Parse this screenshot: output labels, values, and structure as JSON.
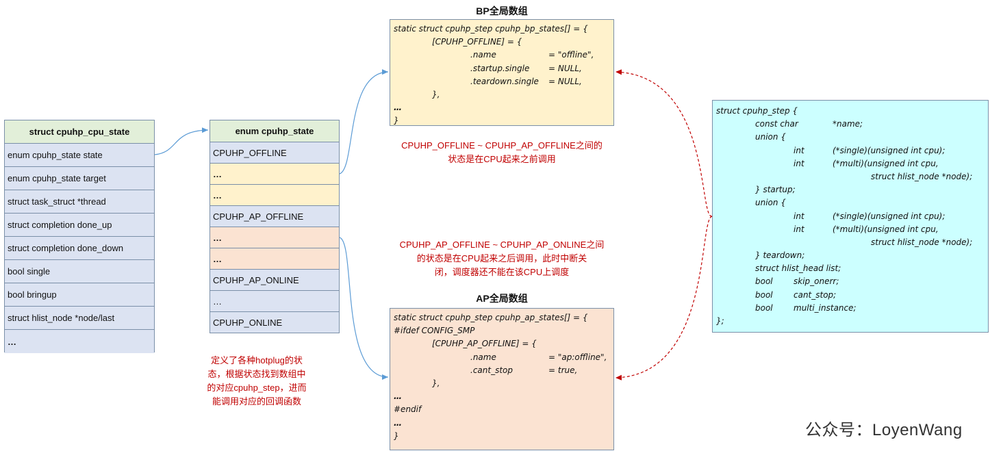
{
  "cpu_state_table": {
    "header": "struct cpuhp_cpu_state",
    "rows": [
      "enum cpuhp_state state",
      "enum cpuhp_state target",
      "struct task_struct *thread",
      "struct completion done_up",
      "struct completion done_down",
      "bool single",
      "bool bringup",
      "struct hlist_node *node/last",
      "…"
    ]
  },
  "enum_table": {
    "header": "enum cpuhp_state",
    "rows": [
      "CPUHP_OFFLINE",
      "…",
      "…",
      "CPUHP_AP_OFFLINE",
      "…",
      "…",
      "CPUHP_AP_ONLINE",
      "…",
      "CPUHP_ONLINE"
    ]
  },
  "bp": {
    "title": "BP全局数组",
    "lines": [
      "static struct cpuhp_step cpuhp_bp_states[] = {",
      "[CPUHP_OFFLINE] = {",
      ".name",
      "= \"offline\",",
      ".startup.single",
      "= NULL,",
      ".teardown.single",
      "= NULL,",
      "},",
      "…",
      "}"
    ]
  },
  "ap": {
    "title": "AP全局数组",
    "lines": [
      "static struct cpuhp_step cpuhp_ap_states[] = {",
      "#ifdef CONFIG_SMP",
      "[CPUHP_AP_OFFLINE] = {",
      ".name",
      "= \"ap:offline\",",
      ".cant_stop",
      "= true,",
      "},",
      "…",
      "#endif",
      "…",
      "}"
    ]
  },
  "step": {
    "lines": [
      "struct cpuhp_step {",
      "const char",
      "*name;",
      "union {",
      "int",
      "(*single)(unsigned int cpu);",
      "int",
      "(*multi)(unsigned int cpu,",
      "struct hlist_node *node);",
      "} startup;",
      "union {",
      "int",
      "(*single)(unsigned int cpu);",
      "int",
      "(*multi)(unsigned int cpu,",
      "struct hlist_node *node);",
      "} teardown;",
      "struct hlist_head list;",
      "bool",
      "skip_onerr;",
      "bool",
      "cant_stop;",
      "bool",
      "multi_instance;",
      "};"
    ]
  },
  "notes": {
    "bp_range": [
      "CPUHP_OFFLINE ~ CPUHP_AP_OFFLINE之间的",
      "状态是在CPU起来之前调用"
    ],
    "ap_range": [
      "CPUHP_AP_OFFLINE ~ CPUHP_AP_ONLINE之间",
      "的状态是在CPU起来之后调用，此时中断关",
      "闭，调度器还不能在该CPU上调度"
    ],
    "enum_desc": [
      "定义了各种hotplug的状",
      "态，根据状态找到数组中",
      "的对应cpuhp_step，进而",
      "能调用对应的回调函数"
    ]
  },
  "watermark": "公众号：LoyenWang",
  "colors": {
    "header_green": "#e2efd9",
    "cell_blue": "#dce3f2",
    "bp_yellow": "#fff2cc",
    "ap_peach": "#fbe3d2",
    "step_cyan": "#ccffff",
    "note_red": "#c00000",
    "arrow_blue": "#5b9bd5",
    "dashed_red": "#c00000"
  }
}
